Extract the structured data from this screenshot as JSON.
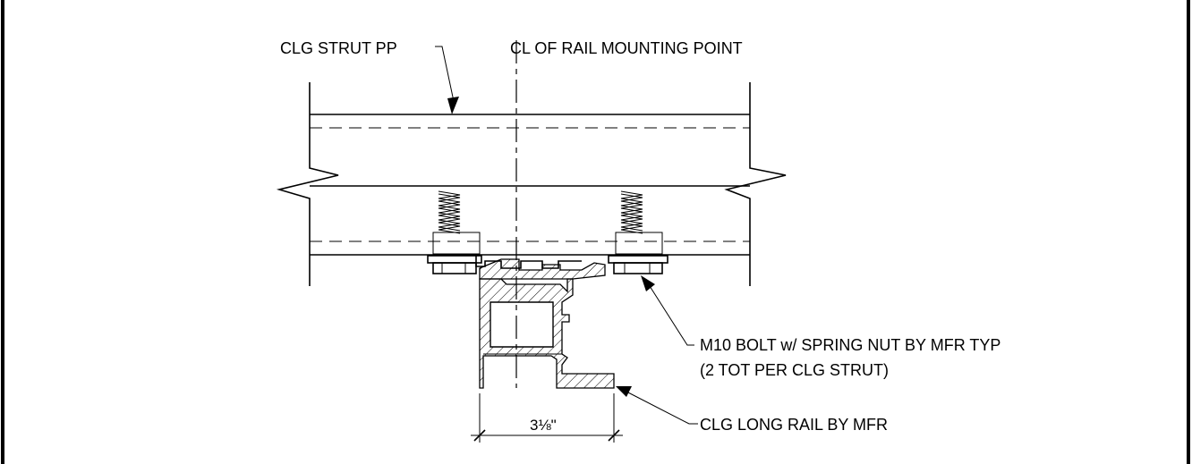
{
  "labels": {
    "strut": "CLG STRUT PP",
    "centerline": "CL OF RAIL MOUNTING POINT",
    "bolt_line1": "M10 BOLT w/ SPRING NUT BY MFR TYP",
    "bolt_line2": "(2 TOT PER CLG STRUT)",
    "rail": "CLG LONG RAIL BY MFR",
    "dimension": "3⅛\""
  }
}
